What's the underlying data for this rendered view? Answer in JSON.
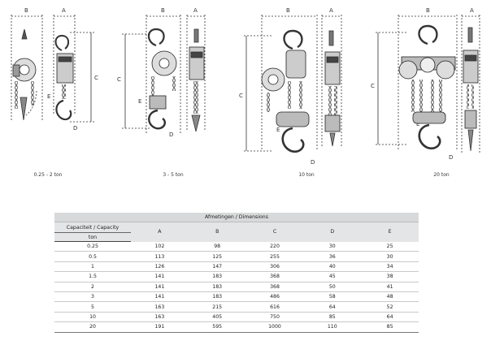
{
  "drawings": [
    {
      "caption": "0.25 - 2 ton",
      "labels": {
        "b": "B",
        "a": "A",
        "c": "C",
        "e": "E",
        "d": "D"
      }
    },
    {
      "caption": "3 - 5 ton",
      "labels": {
        "b": "B",
        "a": "A",
        "c": "C",
        "e": "E",
        "d": "D"
      }
    },
    {
      "caption": "10 ton",
      "labels": {
        "b": "B",
        "a": "A",
        "c": "C",
        "e": "E",
        "d": "D"
      }
    },
    {
      "caption": "20 ton",
      "labels": {
        "b": "B",
        "a": "A",
        "c": "C",
        "e": "E",
        "d": "D"
      }
    }
  ],
  "table": {
    "title": "Afmetingen / Dimensions",
    "capacity_label": "Capaciteit / Capacity",
    "unit": "ton",
    "columns": [
      "A",
      "B",
      "C",
      "D",
      "E"
    ],
    "rows": [
      {
        "ton": "0.25",
        "a": "102",
        "b": "98",
        "c": "220",
        "d": "30",
        "e": "25"
      },
      {
        "ton": "0.5",
        "a": "113",
        "b": "125",
        "c": "255",
        "d": "36",
        "e": "30"
      },
      {
        "ton": "1",
        "a": "126",
        "b": "147",
        "c": "306",
        "d": "40",
        "e": "34"
      },
      {
        "ton": "1.5",
        "a": "141",
        "b": "183",
        "c": "368",
        "d": "45",
        "e": "38"
      },
      {
        "ton": "2",
        "a": "141",
        "b": "183",
        "c": "368",
        "d": "50",
        "e": "41"
      },
      {
        "ton": "3",
        "a": "141",
        "b": "183",
        "c": "486",
        "d": "58",
        "e": "48"
      },
      {
        "ton": "5",
        "a": "163",
        "b": "215",
        "c": "616",
        "d": "64",
        "e": "52"
      },
      {
        "ton": "10",
        "a": "163",
        "b": "405",
        "c": "750",
        "d": "85",
        "e": "64"
      },
      {
        "ton": "20",
        "a": "191",
        "b": "595",
        "c": "1000",
        "d": "110",
        "e": "85"
      }
    ]
  }
}
